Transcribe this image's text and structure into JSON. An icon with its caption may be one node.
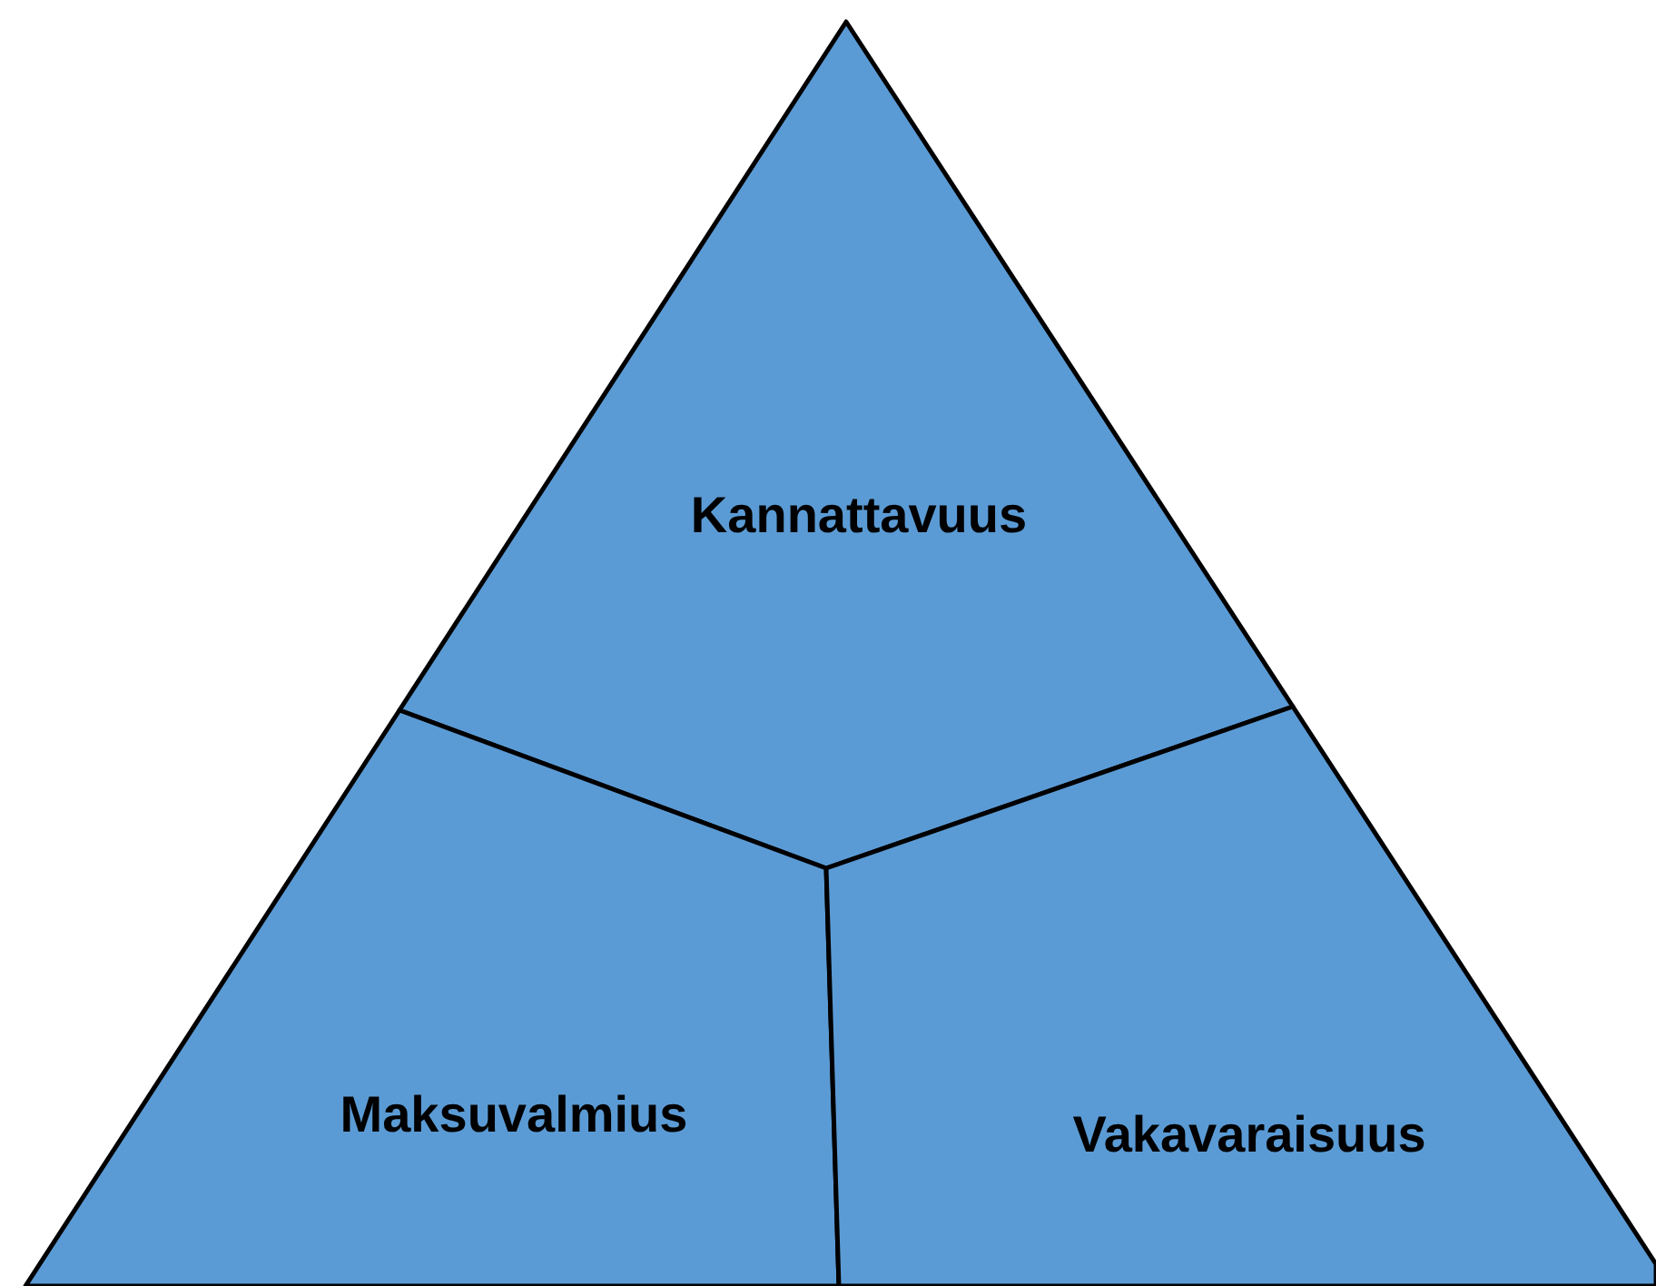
{
  "diagram": {
    "nodes": [
      {
        "text": [
          "Kannattavuus"
        ]
      },
      {
        "text": [
          "Maksuvalmius"
        ]
      },
      {
        "text": [
          "Vakavaraisuus"
        ]
      }
    ]
  }
}
